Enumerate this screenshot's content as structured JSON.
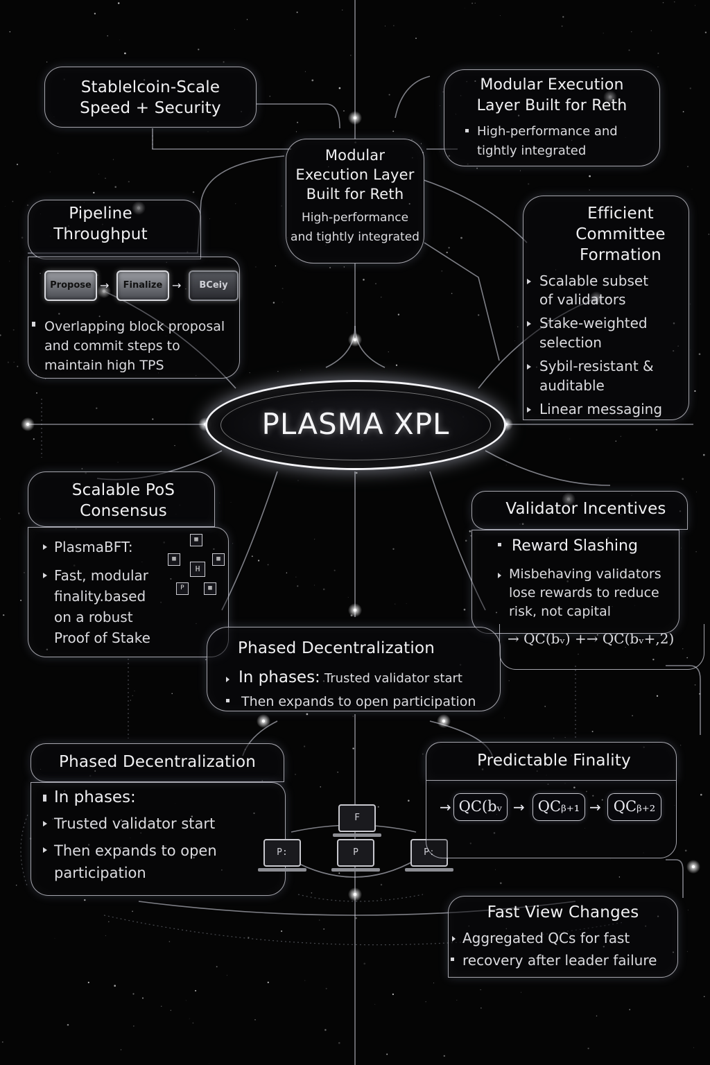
{
  "center": {
    "title": "PLASMA XPL"
  },
  "boxes": {
    "speed_security": {
      "title_l1": "Stablelcoin-Scale",
      "title_l2": "Speed + Security"
    },
    "modular_exec_right": {
      "title_l1": "Modular Execution",
      "title_l2": "Layer Built for Reth",
      "b1_l1": "High-performance and",
      "b1_l2": "tightly integrated"
    },
    "modular_exec_center": {
      "title_l1": "Modular",
      "title_l2": "Execution Layer",
      "title_l3": "Built for Reth",
      "sub_l1": "High-performance",
      "sub_l2": "and tightly integrated"
    },
    "pipeline": {
      "title_l1": "Pipeline",
      "title_l2": "Throughput",
      "stages": [
        "Propose",
        "Finalize",
        "BCeiy"
      ],
      "b1_l1": "Overlapping block proposal",
      "b1_l2": "and commit steps to",
      "b1_l3": "maintain high TPS"
    },
    "committee": {
      "title_l1": "Efficient",
      "title_l2": "Committee",
      "title_l3": "Formation",
      "b1_l1": "Scalable subset",
      "b1_l2": "of validators",
      "b2_l1": "Stake-weighted",
      "b2_l2": "selection",
      "b3_l1": "Sybil-resistant &",
      "b3_l2": "auditable",
      "b4_l1": "Linear messaging"
    },
    "pos": {
      "title_l1": "Scalable PoS",
      "title_l2": "Consensus",
      "b1_l1": "PlasmaBFT:",
      "b2_l1": "Fast, modular",
      "b2_l2": "finality.based",
      "b2_l3": "on a robust",
      "b2_l4": "Proof of Stake",
      "icon_top": "H",
      "icon_mid": "P"
    },
    "incentives": {
      "title": "Validator Incentives",
      "b1": "Reward Slashing",
      "b2_l1": "Misbehaving validators",
      "b2_l2": "lose rewards to reduce",
      "b2_l3": "risk, not capital",
      "formula": "→ QC(bᵥ) +→ QC(bᵥ+,2)"
    },
    "phased_center": {
      "title": "Phased Decentralization",
      "b1_bold": "In phases:",
      "b1_rest": "Trusted validator start",
      "b2": "Then expands to open participation"
    },
    "phased_left": {
      "title": "Phased Decentralization",
      "b1": "In phases:",
      "b2": "Trusted validator start",
      "b3_l1": "Then expands to open",
      "b3_l2": "participation",
      "monitor_top": "F",
      "monitor_a": "P:",
      "monitor_b": "P",
      "monitor_c": "P:"
    },
    "finality": {
      "title": "Predictable Finality",
      "qc": [
        "QC(bᵥ",
        "QCᵦ₊₁",
        "QCᵦ₊₂"
      ]
    },
    "view_changes": {
      "title": "Fast View Changes",
      "b1": "Aggregated QCs for fast",
      "b2": "recovery after leader failure"
    }
  }
}
